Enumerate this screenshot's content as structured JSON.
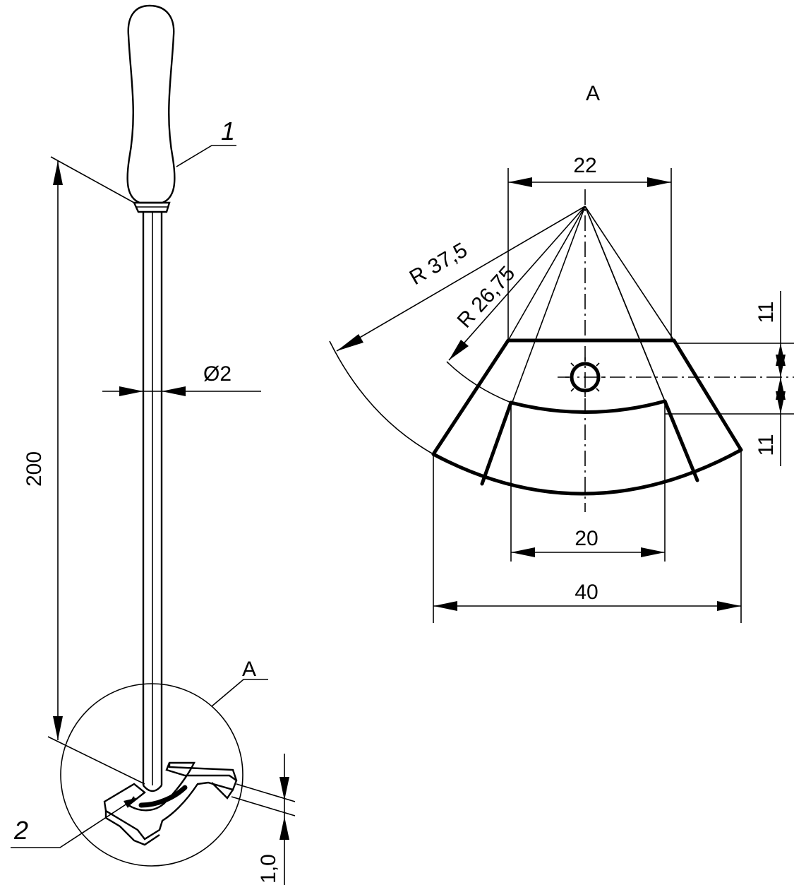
{
  "left_view": {
    "callout_handle": "1",
    "callout_blade": "2",
    "dim_length": "200",
    "dim_diameter": "Ø2",
    "dim_thickness": "1,0",
    "detail_ref": "A"
  },
  "detail_view": {
    "title": "A",
    "dim_top_width": "22",
    "dim_radius_outer": "R 37,5",
    "dim_radius_inner": "R 26,75",
    "dim_upper_height": "11",
    "dim_lower_height": "11",
    "dim_inner_width": "20",
    "dim_outer_width": "40"
  }
}
